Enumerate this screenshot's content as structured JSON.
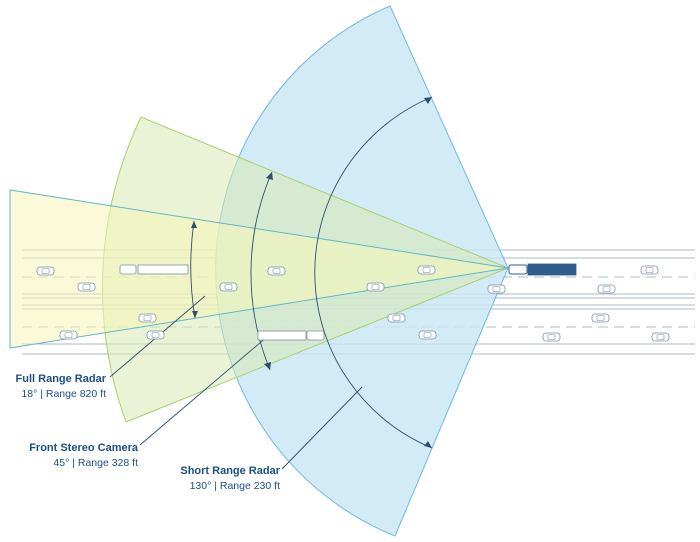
{
  "colors": {
    "short_range": "#c8e6f4",
    "camera": "#d9eab5",
    "full_range": "#f5f6b8",
    "label_title": "#1c4f86",
    "road_line": "#aeb9c6",
    "ego_truck": "#2f5d8c",
    "vehicle_stroke": "#7d90a8"
  },
  "sensors": [
    {
      "name": "Full Range Radar",
      "angle": "18°",
      "range": "Range 820 ft"
    },
    {
      "name": "Front Stereo Camera",
      "angle": "45°",
      "range": "Range 328 ft"
    },
    {
      "name": "Short Range Radar",
      "angle": "130°",
      "range": "Range 230 ft"
    }
  ],
  "icons": {
    "ego_vehicle": "truck-icon",
    "traffic": "car-icon"
  }
}
